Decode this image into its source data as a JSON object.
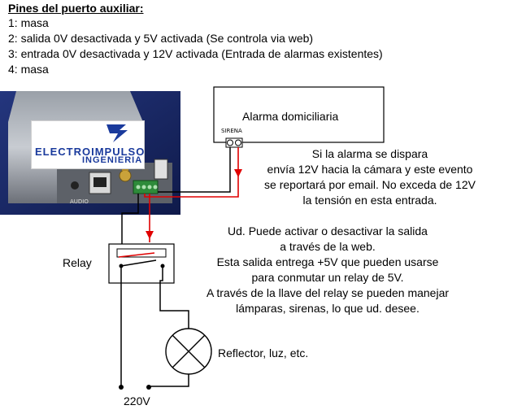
{
  "pins": {
    "title": "Pines del puerto auxiliar:",
    "lines": [
      "1: masa",
      "2: salida 0V desactivada y 5V activada  (Se controla via web)",
      "3: entrada 0V desactivada y 12V activada (Entrada de alarmas existentes)",
      "4: masa"
    ]
  },
  "alarm": {
    "title": "Alarma domiciliaria",
    "siren_label": "SIRENA"
  },
  "logo": {
    "name": "ELECTROIMPULSO",
    "sub": "INGENIERIA"
  },
  "camera": {
    "audio_label": "AUDIO"
  },
  "alarm_note": [
    "Si la alarma se dispara",
    "envía 12V hacia la cámara y este evento",
    "se reportará por email. No exceda de 12V",
    "la tensión en esta entrada."
  ],
  "output_note": [
    "Ud. Puede activar o desactivar la salida",
    "a través de la web.",
    "Esta salida entrega +5V que pueden usarse",
    "para conmutar un relay de 5V.",
    "A través de la llave del relay se pueden manejar",
    "lámparas, sirenas, lo que ud. desee."
  ],
  "relay": {
    "label": "Relay"
  },
  "lamp": {
    "label": "Reflector, luz, etc."
  },
  "supply": {
    "label": "220V"
  },
  "colors": {
    "wire": "#000000",
    "signal": "#e00000",
    "camera_bg": "#1b2a6e",
    "logo": "#1a3a9c",
    "terminal": "#2e8b3a"
  }
}
